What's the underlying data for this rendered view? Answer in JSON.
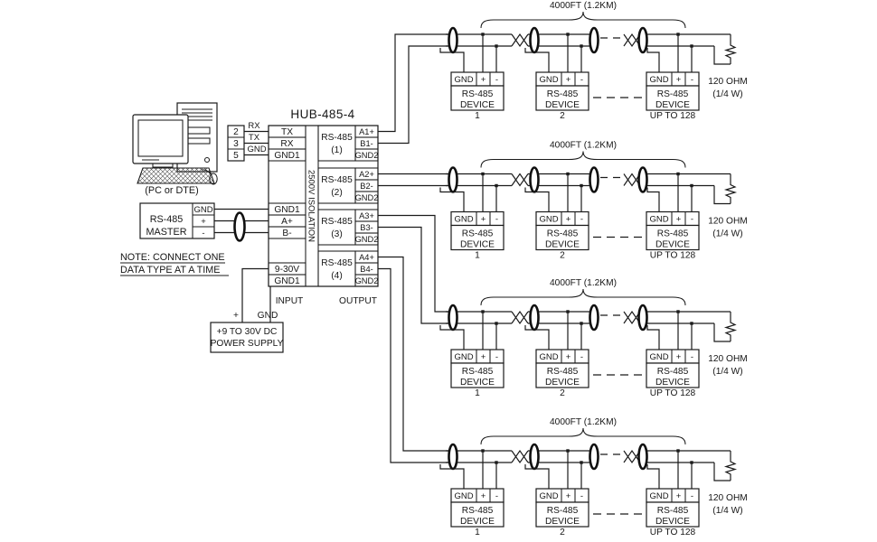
{
  "diagram": {
    "colors": {
      "ink": "#1b1b1b",
      "background": "#ffffff"
    },
    "pc": {
      "caption": "(PC or DTE)"
    },
    "com_port": {
      "pins": [
        "2",
        "3",
        "5"
      ],
      "signals": [
        "RX",
        "TX",
        "GND"
      ]
    },
    "master": {
      "name_lines": [
        "RS-485",
        "MASTER"
      ],
      "terminals": [
        "GND",
        "+",
        "-"
      ]
    },
    "note_lines": [
      "NOTE: CONNECT ONE",
      "DATA TYPE AT A TIME"
    ],
    "power_supply": {
      "plus_label": "+",
      "gnd_label": "GND",
      "lines": [
        "+9 TO 30V DC",
        "POWER SUPPLY"
      ]
    },
    "hub": {
      "title": "HUB-485-4",
      "isolation_label": "2500V ISOLATION",
      "input_label": "INPUT",
      "output_label": "OUTPUT",
      "serial_terminals": [
        "TX",
        "RX",
        "GND1"
      ],
      "rs485_input_terminals": [
        "GND1",
        "A+",
        "B-"
      ],
      "power_terminals": [
        "9-30V",
        "GND1"
      ],
      "channels": [
        {
          "name": "RS-485",
          "number": "(1)",
          "outputs": [
            "A1+",
            "B1-",
            "GND2"
          ]
        },
        {
          "name": "RS-485",
          "number": "(2)",
          "outputs": [
            "A2+",
            "B2-",
            "GND2"
          ]
        },
        {
          "name": "RS-485",
          "number": "(3)",
          "outputs": [
            "A3+",
            "B3-",
            "GND2"
          ]
        },
        {
          "name": "RS-485",
          "number": "(4)",
          "outputs": [
            "A4+",
            "B4-",
            "GND2"
          ]
        }
      ]
    },
    "chains": [
      {
        "distance": "4000FT (1.2KM)",
        "devices": [
          {
            "terminals": [
              "GND",
              "+",
              "-"
            ],
            "name_lines": [
              "RS-485",
              "DEVICE"
            ],
            "label": "1"
          },
          {
            "terminals": [
              "GND",
              "+",
              "-"
            ],
            "name_lines": [
              "RS-485",
              "DEVICE"
            ],
            "label": "2"
          },
          {
            "terminals": [
              "GND",
              "+",
              "-"
            ],
            "name_lines": [
              "RS-485",
              "DEVICE"
            ],
            "label": "UP TO 128"
          }
        ],
        "termination_lines": [
          "120 OHM",
          "(1/4 W)"
        ]
      },
      {
        "distance": "4000FT (1.2KM)",
        "devices": [
          {
            "terminals": [
              "GND",
              "+",
              "-"
            ],
            "name_lines": [
              "RS-485",
              "DEVICE"
            ],
            "label": "1"
          },
          {
            "terminals": [
              "GND",
              "+",
              "-"
            ],
            "name_lines": [
              "RS-485",
              "DEVICE"
            ],
            "label": "2"
          },
          {
            "terminals": [
              "GND",
              "+",
              "-"
            ],
            "name_lines": [
              "RS-485",
              "DEVICE"
            ],
            "label": "UP TO 128"
          }
        ],
        "termination_lines": [
          "120 OHM",
          "(1/4 W)"
        ]
      },
      {
        "distance": "4000FT (1.2KM)",
        "devices": [
          {
            "terminals": [
              "GND",
              "+",
              "-"
            ],
            "name_lines": [
              "RS-485",
              "DEVICE"
            ],
            "label": "1"
          },
          {
            "terminals": [
              "GND",
              "+",
              "-"
            ],
            "name_lines": [
              "RS-485",
              "DEVICE"
            ],
            "label": "2"
          },
          {
            "terminals": [
              "GND",
              "+",
              "-"
            ],
            "name_lines": [
              "RS-485",
              "DEVICE"
            ],
            "label": "UP TO 128"
          }
        ],
        "termination_lines": [
          "120 OHM",
          "(1/4 W)"
        ]
      },
      {
        "distance": "4000FT (1.2KM)",
        "devices": [
          {
            "terminals": [
              "GND",
              "+",
              "-"
            ],
            "name_lines": [
              "RS-485",
              "DEVICE"
            ],
            "label": "1"
          },
          {
            "terminals": [
              "GND",
              "+",
              "-"
            ],
            "name_lines": [
              "RS-485",
              "DEVICE"
            ],
            "label": "2"
          },
          {
            "terminals": [
              "GND",
              "+",
              "-"
            ],
            "name_lines": [
              "RS-485",
              "DEVICE"
            ],
            "label": "UP TO 128"
          }
        ],
        "termination_lines": [
          "120 OHM",
          "(1/4 W)"
        ]
      }
    ]
  }
}
